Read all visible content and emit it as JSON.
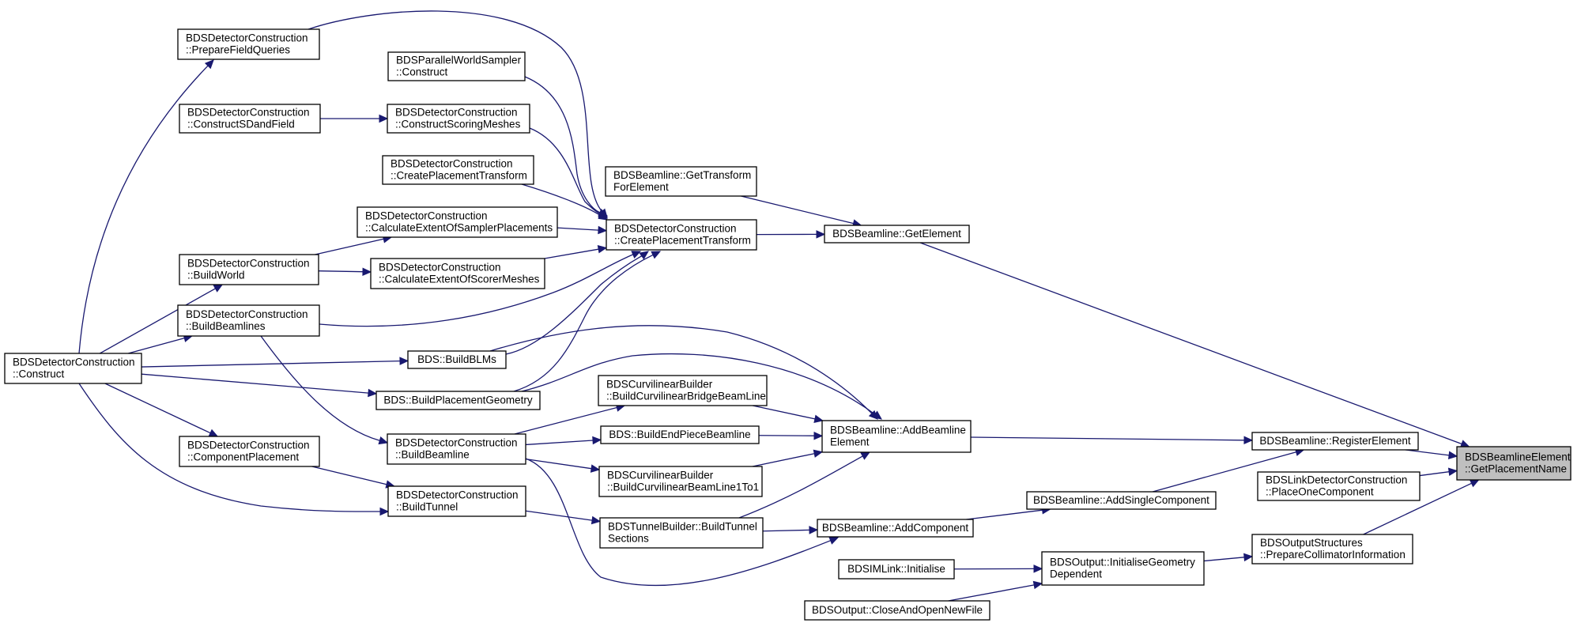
{
  "colors": {
    "edge": "#191970",
    "node_fill": "#ffffff",
    "node_border": "#000000",
    "highlight_fill": "#bfbfbf"
  },
  "nodes": [
    {
      "id": "getPlacementName",
      "lines": [
        "BDSBeamlineElement",
        "::GetPlacementName"
      ],
      "highlight": true
    },
    {
      "id": "getElement",
      "lines": [
        "BDSBeamline::GetElement"
      ]
    },
    {
      "id": "registerElement",
      "lines": [
        "BDSBeamline::RegisterElement"
      ]
    },
    {
      "id": "placeOneComponent",
      "lines": [
        "BDSLinkDetectorConstruction",
        "::PlaceOneComponent"
      ]
    },
    {
      "id": "prepareCollimatorInformation",
      "lines": [
        "BDSOutputStructures",
        "::PrepareCollimatorInformation"
      ]
    },
    {
      "id": "addBeamlineElement",
      "lines": [
        "BDSBeamline::AddBeamline",
        "Element"
      ]
    },
    {
      "id": "addSingleComponent",
      "lines": [
        "BDSBeamline::AddSingleComponent"
      ]
    },
    {
      "id": "addComponent",
      "lines": [
        "BDSBeamline::AddComponent"
      ]
    },
    {
      "id": "initialiseGeometryDependent",
      "lines": [
        "BDSOutput::InitialiseGeometry",
        "Dependent"
      ]
    },
    {
      "id": "imlInitialise",
      "lines": [
        "BDSIMLink::Initialise"
      ]
    },
    {
      "id": "closeAndOpenNewFile",
      "lines": [
        "BDSOutput::CloseAndOpenNewFile"
      ]
    },
    {
      "id": "getTransformForElement",
      "lines": [
        "BDSBeamline::GetTransform",
        "ForElement"
      ]
    },
    {
      "id": "createPlacementTransform",
      "lines": [
        "BDSDetectorConstruction",
        "::CreatePlacementTransform"
      ]
    },
    {
      "id": "buildBridgeBeamLine",
      "lines": [
        "BDSCurvilinearBuilder",
        "::BuildCurvilinearBridgeBeamLine"
      ]
    },
    {
      "id": "buildEndPieceBeamline",
      "lines": [
        "BDS::BuildEndPieceBeamline"
      ]
    },
    {
      "id": "buildBeamLine1To1",
      "lines": [
        "BDSCurvilinearBuilder",
        "::BuildCurvilinearBeamLine1To1"
      ]
    },
    {
      "id": "buildTunnelSections",
      "lines": [
        "BDSTunnelBuilder::BuildTunnel",
        "Sections"
      ]
    },
    {
      "id": "samplerConstruct",
      "lines": [
        "BDSParallelWorldSampler",
        "::Construct"
      ]
    },
    {
      "id": "constructScoringMeshes",
      "lines": [
        "BDSDetectorConstruction",
        "::ConstructScoringMeshes"
      ]
    },
    {
      "id": "createPlacementTransform2",
      "lines": [
        "BDSDetectorConstruction",
        "::CreatePlacementTransform"
      ]
    },
    {
      "id": "extentSamplerPlacements",
      "lines": [
        "BDSDetectorConstruction",
        "::CalculateExtentOfSamplerPlacements"
      ]
    },
    {
      "id": "extentScorerMeshes",
      "lines": [
        "BDSDetectorConstruction",
        "::CalculateExtentOfScorerMeshes"
      ]
    },
    {
      "id": "buildBLMs",
      "lines": [
        "BDS::BuildBLMs"
      ]
    },
    {
      "id": "buildPlacementGeometry",
      "lines": [
        "BDS::BuildPlacementGeometry"
      ]
    },
    {
      "id": "buildBeamline",
      "lines": [
        "BDSDetectorConstruction",
        "::BuildBeamline"
      ]
    },
    {
      "id": "buildTunnel",
      "lines": [
        "BDSDetectorConstruction",
        "::BuildTunnel"
      ]
    },
    {
      "id": "prepareFieldQueries",
      "lines": [
        "BDSDetectorConstruction",
        "::PrepareFieldQueries"
      ]
    },
    {
      "id": "constructSDandField",
      "lines": [
        "BDSDetectorConstruction",
        "::ConstructSDandField"
      ]
    },
    {
      "id": "buildWorld",
      "lines": [
        "BDSDetectorConstruction",
        "::BuildWorld"
      ]
    },
    {
      "id": "buildBeamlines",
      "lines": [
        "BDSDetectorConstruction",
        "::BuildBeamlines"
      ]
    },
    {
      "id": "construct",
      "lines": [
        "BDSDetectorConstruction",
        "::Construct"
      ]
    },
    {
      "id": "componentPlacement",
      "lines": [
        "BDSDetectorConstruction",
        "::ComponentPlacement"
      ]
    }
  ],
  "edges": [
    {
      "from": "getElement",
      "to": "getPlacementName"
    },
    {
      "from": "registerElement",
      "to": "getPlacementName"
    },
    {
      "from": "placeOneComponent",
      "to": "getPlacementName"
    },
    {
      "from": "prepareCollimatorInformation",
      "to": "getPlacementName"
    },
    {
      "from": "createPlacementTransform",
      "to": "getElement"
    },
    {
      "from": "getTransformForElement",
      "to": "getElement"
    },
    {
      "from": "addBeamlineElement",
      "to": "registerElement"
    },
    {
      "from": "addSingleComponent",
      "to": "registerElement"
    },
    {
      "from": "addComponent",
      "to": "addSingleComponent"
    },
    {
      "from": "initialiseGeometryDependent",
      "to": "prepareCollimatorInformation"
    },
    {
      "from": "imlInitialise",
      "to": "initialiseGeometryDependent"
    },
    {
      "from": "closeAndOpenNewFile",
      "to": "initialiseGeometryDependent"
    },
    {
      "from": "buildBridgeBeamLine",
      "to": "addBeamlineElement"
    },
    {
      "from": "buildEndPieceBeamline",
      "to": "addBeamlineElement"
    },
    {
      "from": "buildBeamLine1To1",
      "to": "addBeamlineElement"
    },
    {
      "from": "buildTunnelSections",
      "to": "addBeamlineElement"
    },
    {
      "from": "buildBLMs",
      "to": "addBeamlineElement"
    },
    {
      "from": "buildPlacementGeometry",
      "to": "addBeamlineElement"
    },
    {
      "from": "buildBeamline",
      "to": "addComponent"
    },
    {
      "from": "buildTunnelSections",
      "to": "addComponent"
    },
    {
      "from": "samplerConstruct",
      "to": "createPlacementTransform"
    },
    {
      "from": "constructScoringMeshes",
      "to": "createPlacementTransform"
    },
    {
      "from": "createPlacementTransform2",
      "to": "createPlacementTransform"
    },
    {
      "from": "extentSamplerPlacements",
      "to": "createPlacementTransform"
    },
    {
      "from": "extentScorerMeshes",
      "to": "createPlacementTransform"
    },
    {
      "from": "buildBeamlines",
      "to": "createPlacementTransform"
    },
    {
      "from": "buildBLMs",
      "to": "createPlacementTransform"
    },
    {
      "from": "buildPlacementGeometry",
      "to": "createPlacementTransform"
    },
    {
      "from": "prepareFieldQueries",
      "to": "createPlacementTransform"
    },
    {
      "from": "buildBeamline",
      "to": "buildBridgeBeamLine"
    },
    {
      "from": "buildBeamline",
      "to": "buildEndPieceBeamline"
    },
    {
      "from": "buildBeamline",
      "to": "buildBeamLine1To1"
    },
    {
      "from": "buildTunnel",
      "to": "buildTunnelSections"
    },
    {
      "from": "constructSDandField",
      "to": "constructScoringMeshes"
    },
    {
      "from": "buildWorld",
      "to": "extentSamplerPlacements"
    },
    {
      "from": "buildWorld",
      "to": "extentScorerMeshes"
    },
    {
      "from": "construct",
      "to": "prepareFieldQueries"
    },
    {
      "from": "construct",
      "to": "buildWorld"
    },
    {
      "from": "construct",
      "to": "buildBeamlines"
    },
    {
      "from": "construct",
      "to": "buildBLMs"
    },
    {
      "from": "construct",
      "to": "buildPlacementGeometry"
    },
    {
      "from": "construct",
      "to": "componentPlacement"
    },
    {
      "from": "construct",
      "to": "buildTunnel"
    },
    {
      "from": "buildBeamlines",
      "to": "buildBeamline"
    },
    {
      "from": "componentPlacement",
      "to": "buildTunnel"
    }
  ]
}
